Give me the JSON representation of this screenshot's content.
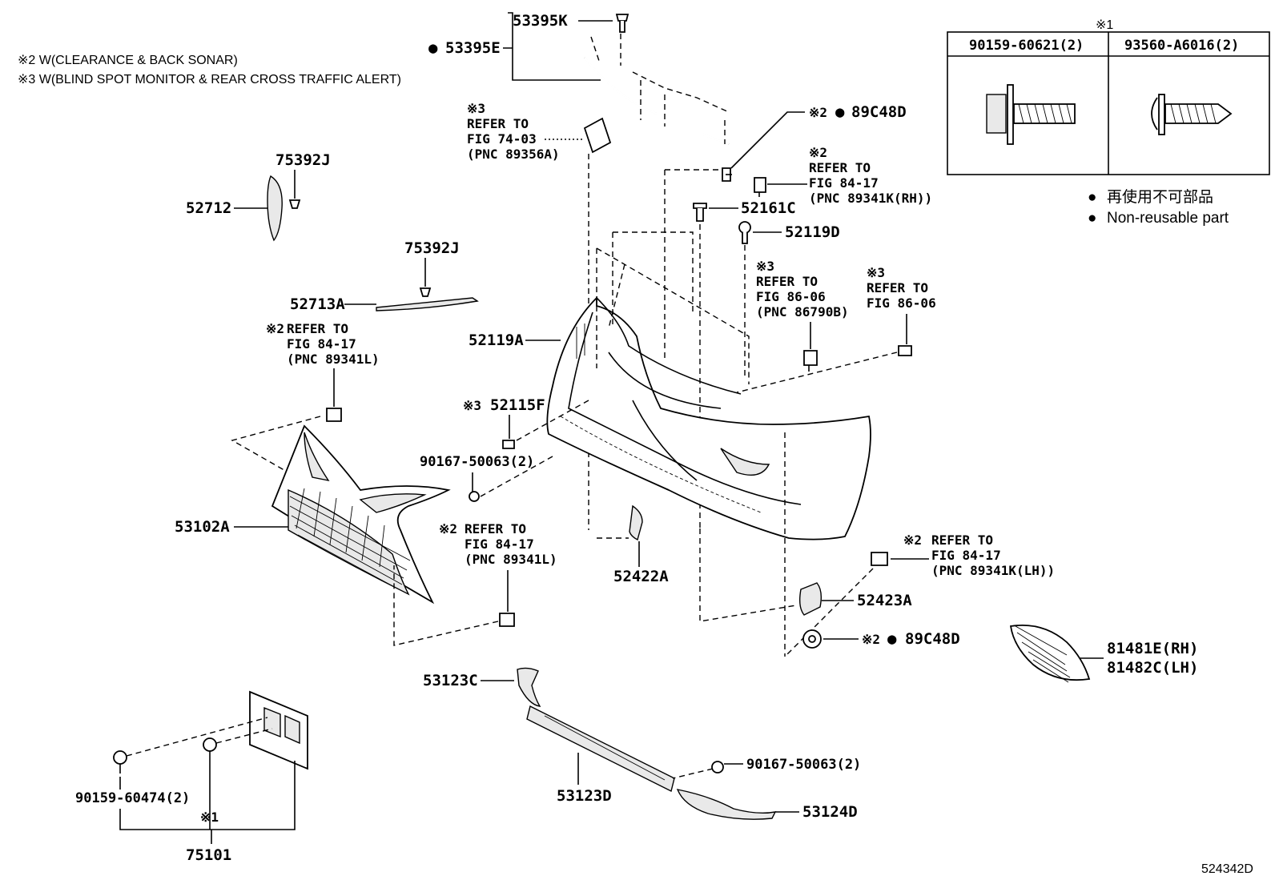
{
  "notes": {
    "note2": "※2 W(CLEARANCE & BACK SONAR)",
    "note3": "※3 W(BLIND SPOT MONITOR & REAR CROSS TRAFFIC ALERT)"
  },
  "table": {
    "mark": "※1",
    "col1": "90159-60621(2)",
    "col2": "93560-A6016(2)"
  },
  "legend": {
    "line1": "再使用不可部品",
    "line2": "Non-reusable part"
  },
  "parts": {
    "p53395K": "53395K",
    "p53395E": "53395E",
    "p89C48D_top": "89C48D",
    "p89C48D_bottom": "89C48D",
    "p75392J_a": "75392J",
    "p52712": "52712",
    "p75392J_b": "75392J",
    "p52713A": "52713A",
    "p52119A": "52119A",
    "p52161C": "52161C",
    "p52119D": "52119D",
    "p52115F": "52115F",
    "p90167_a": "90167-50063(2)",
    "p53102A": "53102A",
    "p52422A": "52422A",
    "p52423A": "52423A",
    "p81481E": "81481E(RH)",
    "p81482C": "81482C(LH)",
    "p53123C": "53123C",
    "p53123D": "53123D",
    "p90167_b": "90167-50063(2)",
    "p53124D": "53124D",
    "p90159_60474": "90159-60474(2)",
    "p75101": "75101",
    "mark1": "※1",
    "mark2": "※2",
    "mark3": "※3",
    "dot": "●"
  },
  "refs": {
    "r1": {
      "mark": "※3",
      "l1": "REFER TO",
      "l2": "FIG 74-03",
      "l3": "(PNC 89356A)"
    },
    "r2": {
      "mark": "※2",
      "l1": "REFER TO",
      "l2": "FIG 84-17",
      "l3": "(PNC 89341K(RH))"
    },
    "r3": {
      "mark": "※3",
      "l1": "REFER TO",
      "l2": "FIG 86-06",
      "l3": "(PNC 86790B)"
    },
    "r4": {
      "mark": "※3",
      "l1": "REFER TO",
      "l2": "FIG 86-06"
    },
    "r5": {
      "mark": "※2",
      "l1": "REFER TO",
      "l2": "FIG 84-17",
      "l3": "(PNC 89341L)"
    },
    "r6": {
      "mark": "※2",
      "l1": "REFER TO",
      "l2": "FIG 84-17",
      "l3": "(PNC 89341L)"
    },
    "r7": {
      "mark": "※2",
      "l1": "REFER TO",
      "l2": "FIG 84-17",
      "l3": "(PNC 89341K(LH))"
    }
  },
  "figure_id": "524342D"
}
